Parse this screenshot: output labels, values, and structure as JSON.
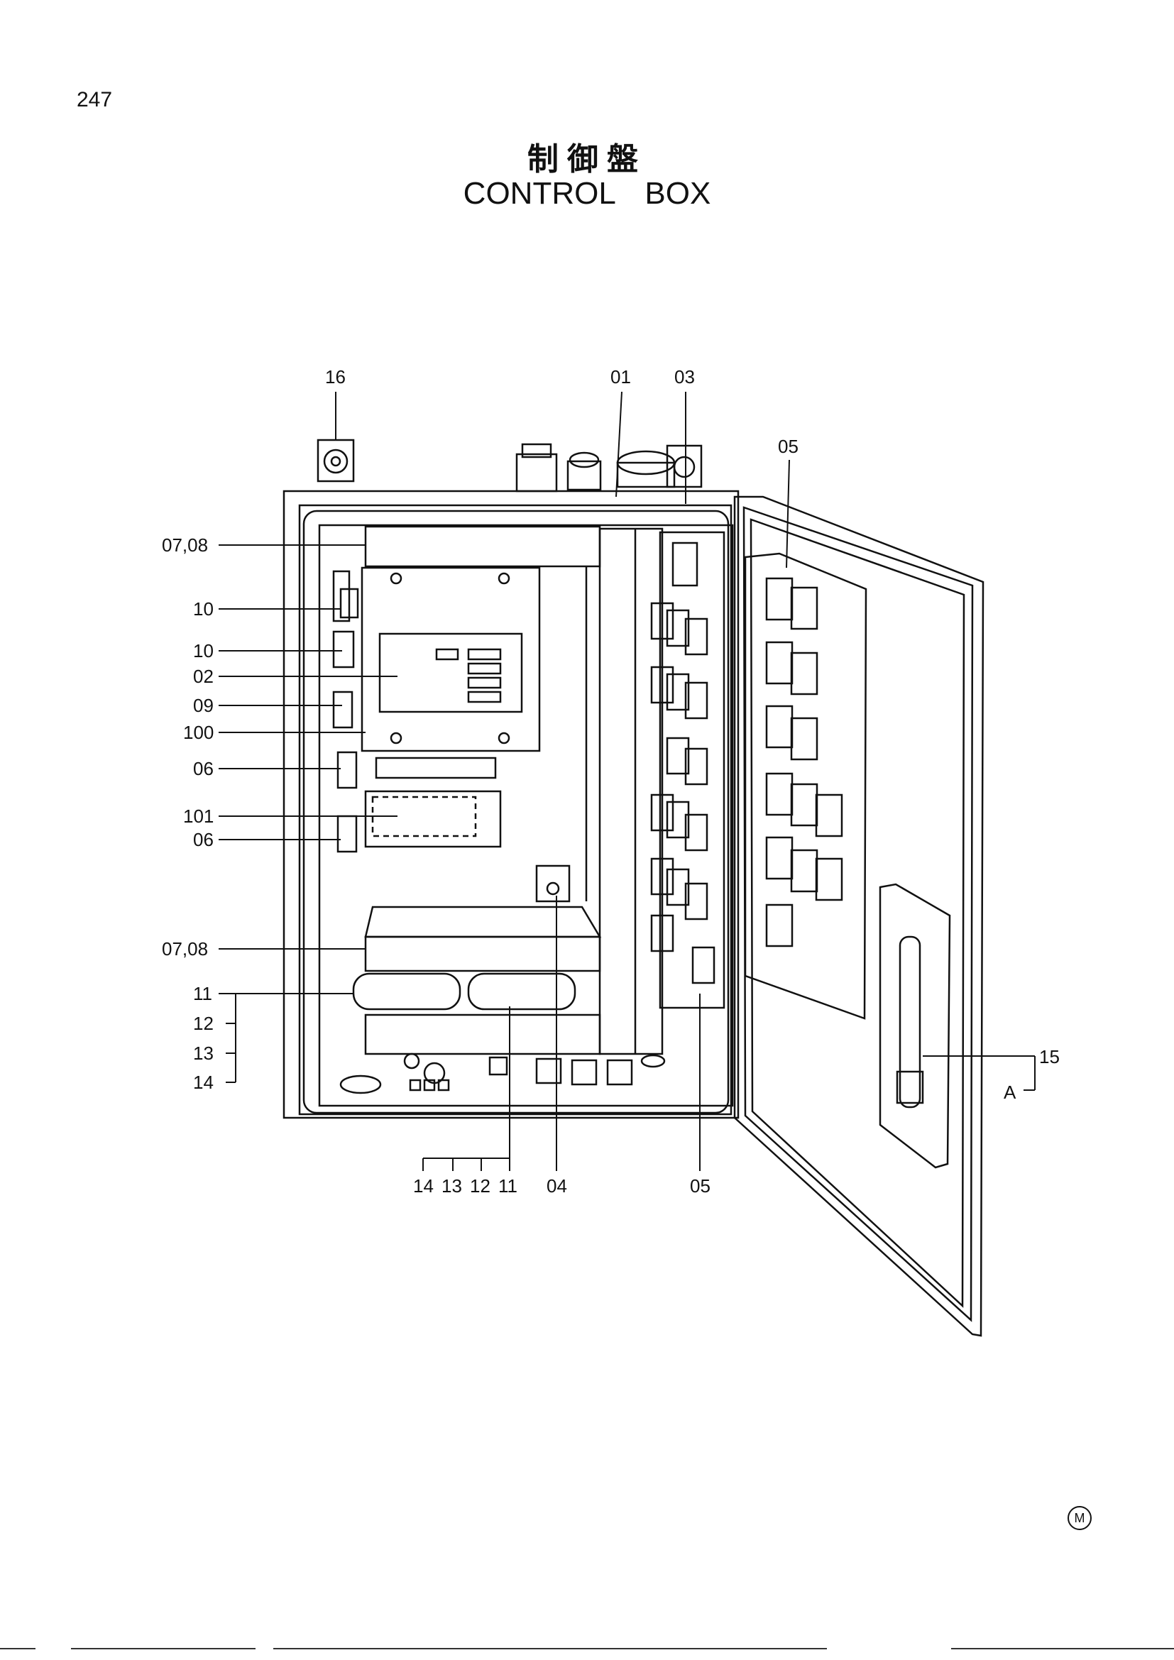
{
  "page_number": "247",
  "title_jp": "制御盤",
  "title_en": "CONTROL BOX",
  "callouts": {
    "c16": "16",
    "c01": "01",
    "c03": "03",
    "c05_top": "05",
    "c0708_a": "07,08",
    "c10_a": "10",
    "c10_b": "10",
    "c02": "02",
    "c09": "09",
    "c100": "100",
    "c06_a": "06",
    "c101": "101",
    "c06_b": "06",
    "c0708_b": "07,08",
    "c11_l": "11",
    "c12_l": "12",
    "c13_l": "13",
    "c14_l": "14",
    "c14_b": "14",
    "c13_b": "13",
    "c12_b": "12",
    "c11_b": "11",
    "c04": "04",
    "c05_bottom": "05",
    "c15": "15",
    "cA": "A"
  },
  "footer_mark": "M"
}
